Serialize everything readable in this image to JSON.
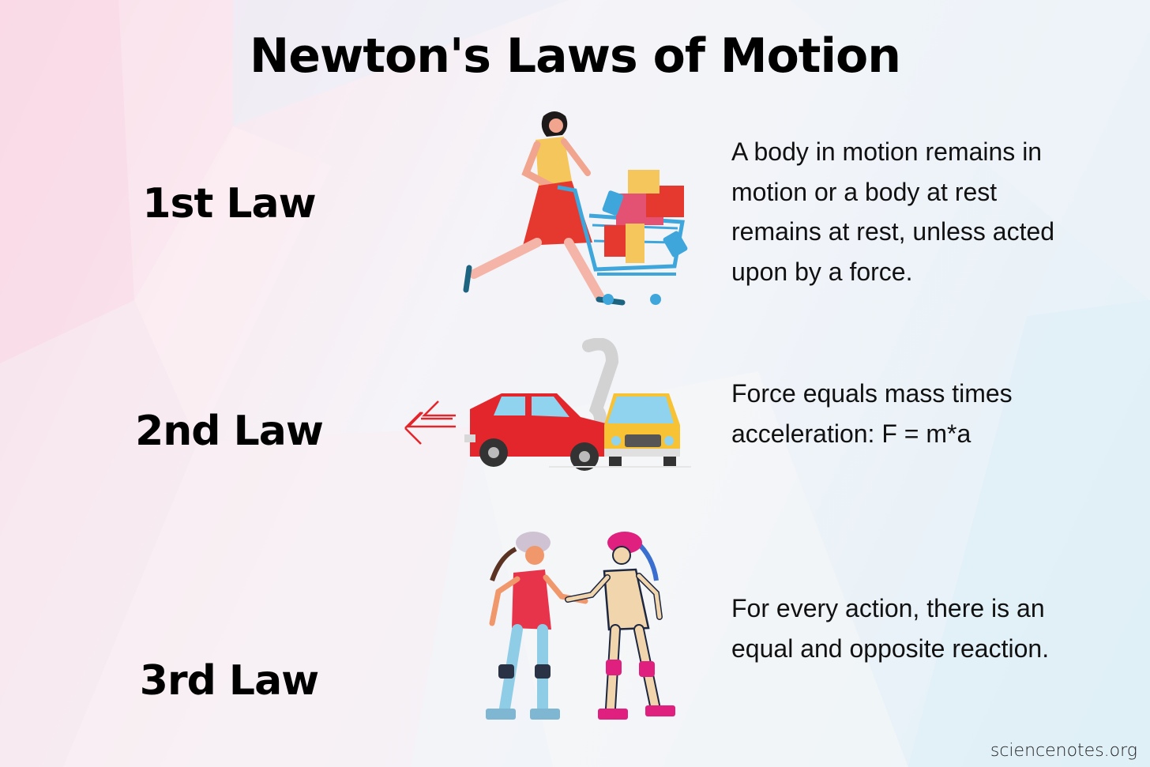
{
  "title": "Newton's Laws of Motion",
  "laws": [
    {
      "label": "1st Law",
      "description_lines": [
        "A body in motion remains in",
        "motion or a body at rest",
        "remains at rest, unless acted",
        "upon by a force."
      ],
      "illustration": "woman-pushing-shopping-cart-icon"
    },
    {
      "label": "2nd Law",
      "description_lines": [
        "Force equals mass times",
        "acceleration: F = m*a"
      ],
      "illustration": "car-collision-icon"
    },
    {
      "label": "3rd Law",
      "description_lines": [
        "For every action, there is an",
        "equal and opposite reaction."
      ],
      "illustration": "roller-skaters-pushing-icon"
    }
  ],
  "credit": "sciencenotes.org",
  "colors": {
    "text": "#000000",
    "bg_pink": "#fad6e4",
    "bg_blue": "#def0f8",
    "cart_blue": "#3fa6dc",
    "car_red": "#e3262b",
    "car_yellow": "#f7c234",
    "skater_red": "#e8344a",
    "skater_pink": "#e0207f"
  }
}
